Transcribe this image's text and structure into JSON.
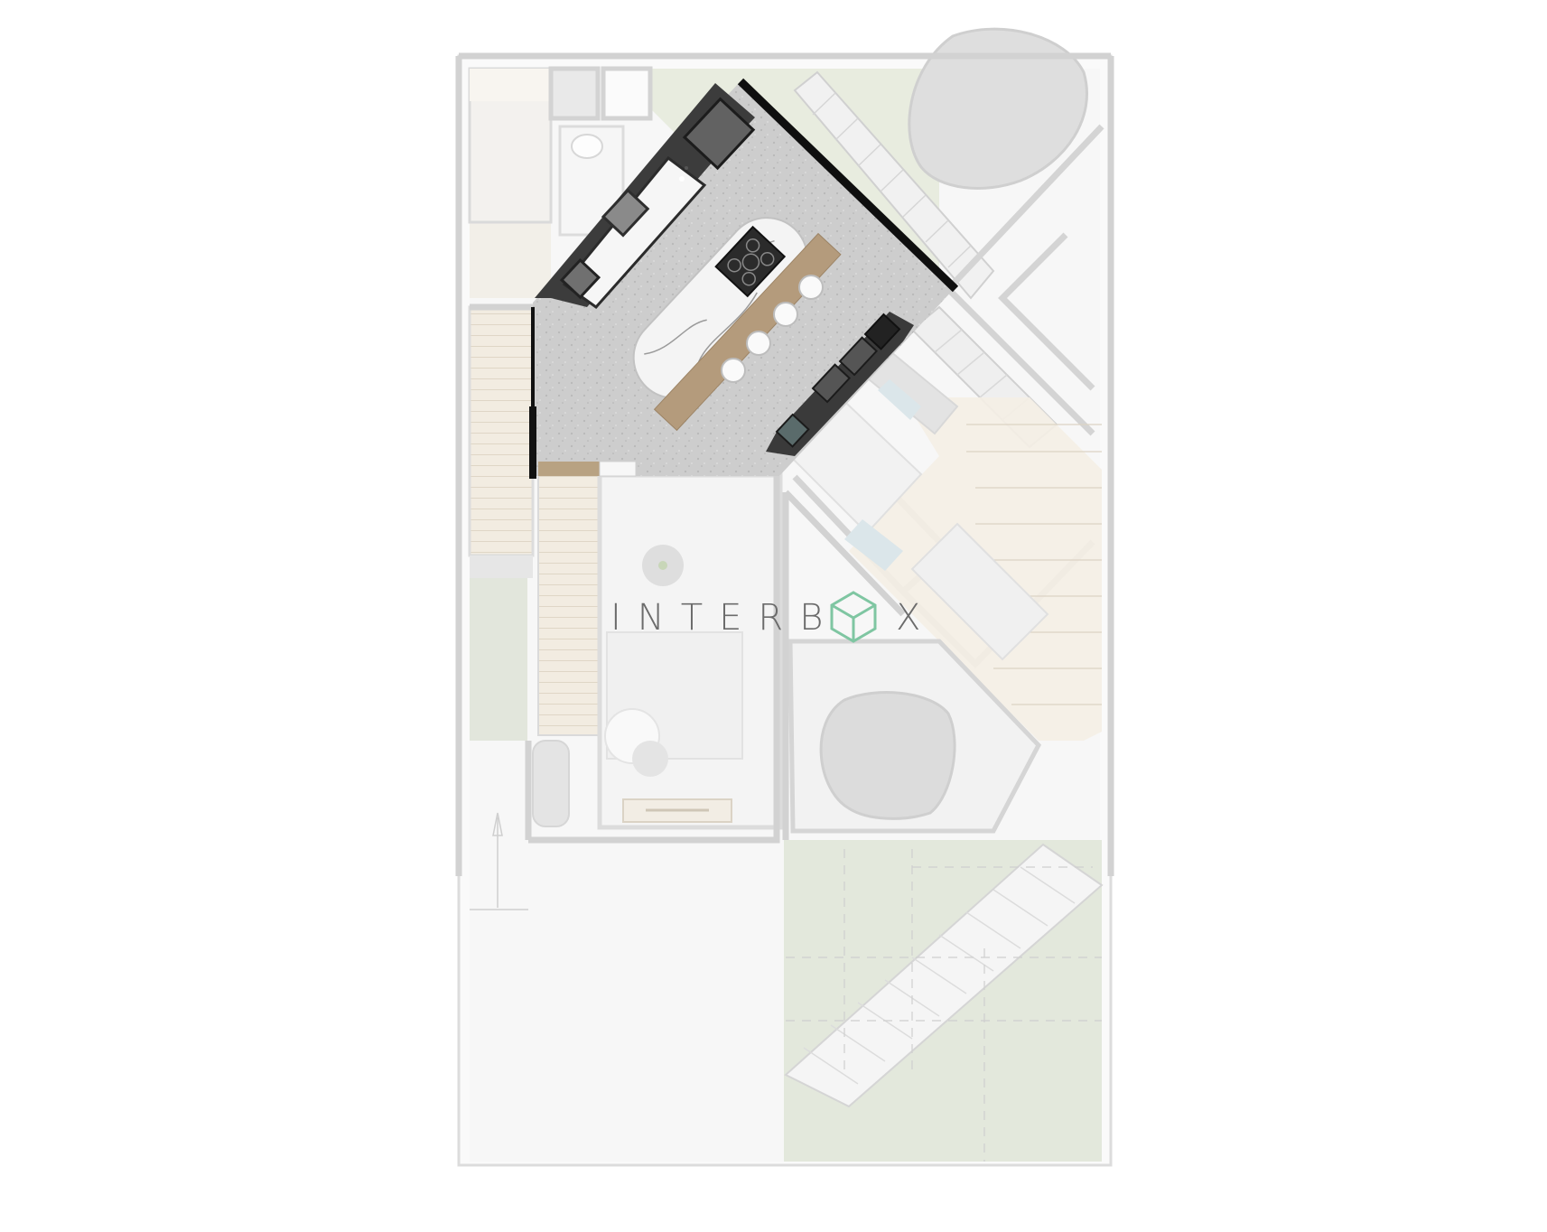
{
  "watermark": {
    "text_left": "INTER",
    "text_b": "B",
    "text_right": "X",
    "logo_icon": "cube-o-icon",
    "text_color": "#6b6b6b",
    "logo_color": "#7fc6a2"
  },
  "colors": {
    "page_bg": "#ffffff",
    "wall_faded": "#d3d3d3",
    "wall_dark": "#111111",
    "floor_kitchen": "#cfcfcf",
    "floor_faded": "#efefef",
    "grass": "#e3e8dc",
    "wood_faded": "#f2ebdf",
    "wood": "#b59c7e",
    "appliance": "#444444",
    "marble": "#f4f4f4"
  }
}
